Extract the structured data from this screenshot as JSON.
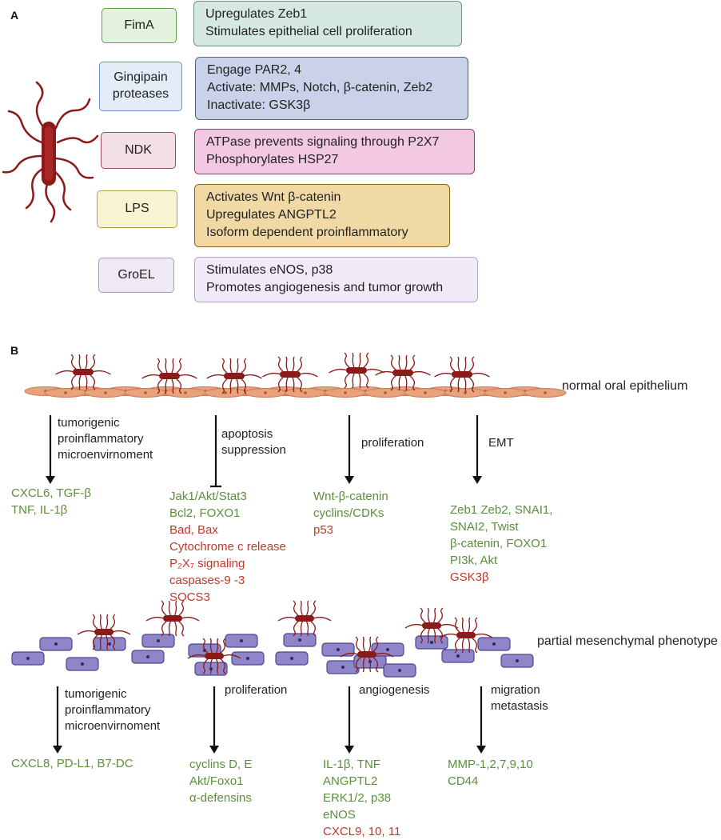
{
  "panel_a": {
    "letter": "A",
    "rows": [
      {
        "factor": "FimA",
        "effects": [
          "Upregulates  Zeb1",
          "Stimulates epithelial cell  proliferation"
        ],
        "factor_bg": "#e3f2dd",
        "factor_border": "#5fa24a",
        "effect_bg": "#d6e9e1",
        "effect_border": "#6a8f82"
      },
      {
        "factor": "Gingipain proteases",
        "effects": [
          "Engage PAR2, 4",
          "Activate: MMPs, Notch, β-catenin, Zeb2",
          "Inactivate: GSK3β"
        ],
        "factor_bg": "#e4ecf8",
        "factor_border": "#6f8fc5",
        "effect_bg": "#c9d2e8",
        "effect_border": "#56618a"
      },
      {
        "factor": "NDK",
        "effects": [
          "ATPase prevents signaling through P2X7",
          "Phosphorylates HSP27"
        ],
        "factor_bg": "#f3dfe6",
        "factor_border": "#9a4a68",
        "effect_bg": "#f3c8e2",
        "effect_border": "#a2356f"
      },
      {
        "factor": "LPS",
        "effects": [
          "Activates Wnt β-catenin",
          "Upregulates ANGPTL2",
          "Isoform dependent proinflammatory"
        ],
        "factor_bg": "#f9f3d2",
        "factor_border": "#b7a34a",
        "effect_bg": "#f1d9a6",
        "effect_border": "#8a6320"
      },
      {
        "factor": "GroEL",
        "effects": [
          "Stimulates eNOS, p38",
          "Promotes angiogenesis and tumor growth"
        ],
        "factor_bg": "#efe9f6",
        "factor_border": "#a898c4",
        "effect_bg": "#f1ebf8",
        "effect_border": "#b5a6cf"
      }
    ]
  },
  "panel_b": {
    "letter": "B",
    "normal_label": "normal oral epithelium",
    "mesenchymal_label": "partial mesenchymal phenotype",
    "top_branches": [
      {
        "label_lines": [
          "tumorigenic",
          "proinflammatory",
          "microenvirnoment"
        ],
        "items": [
          {
            "text": "CXCL6, TGF-β",
            "c": "g"
          },
          {
            "text": "TNF, IL-1β",
            "c": "g"
          }
        ]
      },
      {
        "label_lines": [
          "apoptosis",
          "suppression"
        ],
        "items": [
          {
            "text": "Jak1/Akt/Stat3",
            "c": "g"
          },
          {
            "text": "Bcl2, FOXO1",
            "c": "g"
          },
          {
            "text": "Bad, Bax",
            "c": "r"
          },
          {
            "text": "Cytochrome c release",
            "c": "r"
          },
          {
            "text": "P₂X₇ signaling",
            "c": "r"
          },
          {
            "text": "caspases-9 -3",
            "c": "r"
          },
          {
            "text": "SOCS3",
            "c": "r"
          }
        ]
      },
      {
        "label_lines": [
          "proliferation"
        ],
        "items": [
          {
            "text": "Wnt-β-catenin",
            "c": "g"
          },
          {
            "text": "cyclins/CDKs",
            "c": "g"
          },
          {
            "text": "p53",
            "c": "r"
          }
        ]
      },
      {
        "label_lines": [
          "EMT"
        ],
        "items": [
          {
            "text": "Zeb1 Zeb2, SNAI1,",
            "c": "g"
          },
          {
            "text": "SNAI2, Twist",
            "c": "g"
          },
          {
            "text": "β-catenin, FOXO1",
            "c": "g"
          },
          {
            "text": "PI3k, Akt",
            "c": "g"
          },
          {
            "text": "GSK3β",
            "c": "r"
          }
        ]
      }
    ],
    "bottom_branches": [
      {
        "label_lines": [
          "tumorigenic",
          "proinflammatory",
          "microenvirnoment"
        ],
        "items": [
          {
            "text": "CXCL8, PD-L1, B7-DC",
            "c": "g"
          }
        ]
      },
      {
        "label_lines": [
          "proliferation"
        ],
        "items": [
          {
            "text": "cyclins D, E",
            "c": "g"
          },
          {
            "text": "Akt/Foxo1",
            "c": "g"
          },
          {
            "text": "α-defensins",
            "c": "g"
          }
        ]
      },
      {
        "label_lines": [
          "angiogenesis"
        ],
        "items": [
          {
            "text": "IL-1β, TNF",
            "c": "g"
          },
          {
            "text": "ANGPTL2",
            "c": "g"
          },
          {
            "text": "ERK1/2, p38",
            "c": "g"
          },
          {
            "text": "eNOS",
            "c": "g"
          },
          {
            "text": "CXCL9, 10, 11",
            "c": "r"
          }
        ]
      },
      {
        "label_lines": [
          "migration",
          "metastasis"
        ],
        "items": [
          {
            "text": "MMP-1,2,7,9,10",
            "c": "g"
          },
          {
            "text": "CD44",
            "c": "g"
          }
        ]
      }
    ]
  },
  "colors": {
    "green_text": "#5a8f3c",
    "red_text": "#c0392b",
    "epithelium": "#e8a27c",
    "mesenchymal": "#8f86c9",
    "bacterium": "#8b1a1a"
  }
}
